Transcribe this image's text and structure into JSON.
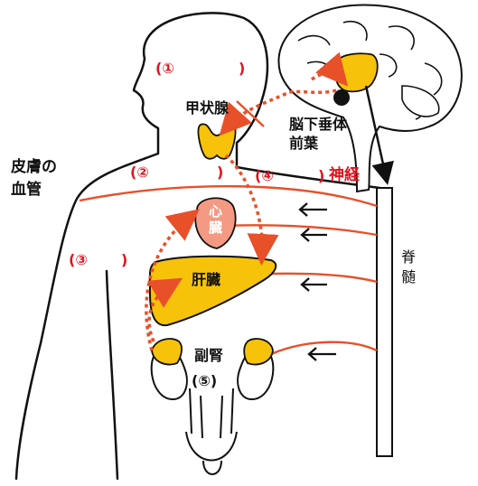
{
  "colors": {
    "outline": "#111111",
    "nerve": "#e8502a",
    "blank_marker": "#e0141e",
    "hormone_arrow": "#e8502a",
    "gland_fill": "#f7c20a",
    "heart_fill": "#f49a84"
  },
  "labels": {
    "blank1_open": "(①",
    "blank1_close": ")",
    "blank2_open": "(②",
    "blank2_close": ")",
    "blank3_open": "(③",
    "blank3_close": ")",
    "blank4_open": "(④",
    "blank4_close": ")",
    "blank5": "(⑤)",
    "nerve": "神経",
    "skin_vessel": "皮膚の\n血管",
    "thyroid": "甲状腺",
    "pituitary": "脳下垂体\n前葉",
    "heart": "心\n臓",
    "liver": "肝臓",
    "adrenal": "副腎",
    "spinal_cord": "脊髄"
  }
}
